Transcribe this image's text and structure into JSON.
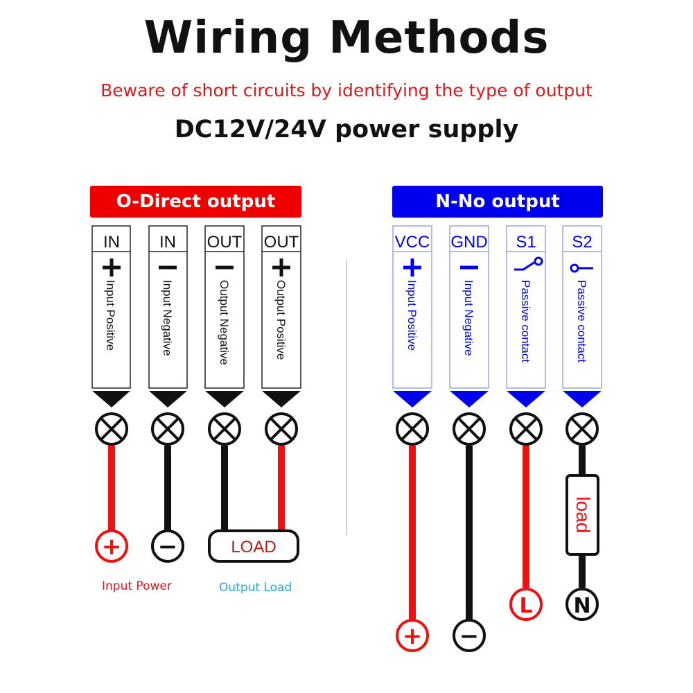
{
  "header": {
    "title": "Wiring Methods",
    "warning": "Beware of short circuits by identifying the type of output",
    "supply": "DC12V/24V power supply"
  },
  "left_panel": {
    "banner": "O-Direct output",
    "terminals": [
      {
        "code": "IN",
        "symbol": "+",
        "desc": "Input Positive"
      },
      {
        "code": "IN",
        "symbol": "−",
        "desc": "Input Negative"
      },
      {
        "code": "OUT",
        "symbol": "−",
        "desc": "Output Negative"
      },
      {
        "code": "OUT",
        "symbol": "+",
        "desc": "Output Positive"
      }
    ],
    "power_pos_symbol": "+",
    "power_neg_symbol": "−",
    "load_label": "LOAD",
    "input_power_label": "Input Power",
    "output_load_label": "Output Load"
  },
  "right_panel": {
    "banner": "N-No output",
    "terminals": [
      {
        "code": "VCC",
        "symbol": "+",
        "desc": "Input Positive"
      },
      {
        "code": "GND",
        "symbol": "−",
        "desc": "Input Negative"
      },
      {
        "code": "S1",
        "symbol": "switch",
        "desc": "Passive contact"
      },
      {
        "code": "S2",
        "symbol": "switch",
        "desc": "Passive contact"
      }
    ],
    "load_label": "load",
    "power_pos_symbol": "+",
    "power_neg_symbol": "−",
    "live_symbol": "L",
    "neutral_symbol": "N"
  },
  "colors": {
    "red": "#ee1111",
    "blue": "#0000ee",
    "black": "#111111",
    "cyan": "#27a9d6"
  }
}
